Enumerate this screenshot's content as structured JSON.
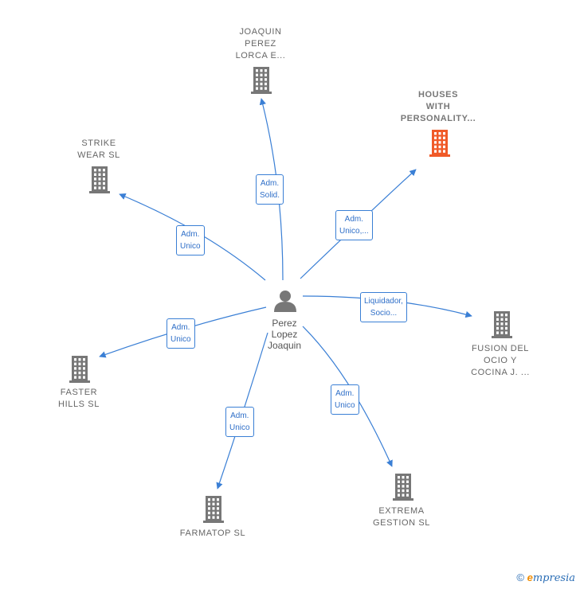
{
  "colors": {
    "edge": "#3a7fd5",
    "building": "#777777",
    "building_highlight": "#f05a28",
    "person": "#777777"
  },
  "center": {
    "label": "Perez\nLopez\nJoaquin",
    "icon": "person-icon"
  },
  "companies": [
    {
      "id": "joaquin-perez",
      "label": "JOAQUIN\nPEREZ\nLORCA E...",
      "relation": "Adm.\nSolid.",
      "highlight": false,
      "icon": "building-icon"
    },
    {
      "id": "houses",
      "label": "HOUSES\nWITH\nPERSONALITY...",
      "relation": "Adm.\nUnico,...",
      "highlight": true,
      "icon": "building-icon"
    },
    {
      "id": "strike-wear",
      "label": "STRIKE\nWEAR SL",
      "relation": "Adm.\nUnico",
      "highlight": false,
      "icon": "building-icon"
    },
    {
      "id": "fusion",
      "label": "FUSION DEL\nOCIO Y\nCOCINA J. ...",
      "relation": "Liquidador,\nSocio...",
      "highlight": false,
      "icon": "building-icon"
    },
    {
      "id": "faster-hills",
      "label": "FASTER\nHILLS  SL",
      "relation": "Adm.\nUnico",
      "highlight": false,
      "icon": "building-icon"
    },
    {
      "id": "extrema",
      "label": "EXTREMA\nGESTION SL",
      "relation": "Adm.\nUnico",
      "highlight": false,
      "icon": "building-icon"
    },
    {
      "id": "farmatop",
      "label": "FARMATOP SL",
      "relation": "Adm.\nUnico",
      "highlight": false,
      "icon": "building-icon"
    }
  ],
  "footer": {
    "copyright": "©",
    "brand_first": "e",
    "brand_rest": "mpresia"
  }
}
